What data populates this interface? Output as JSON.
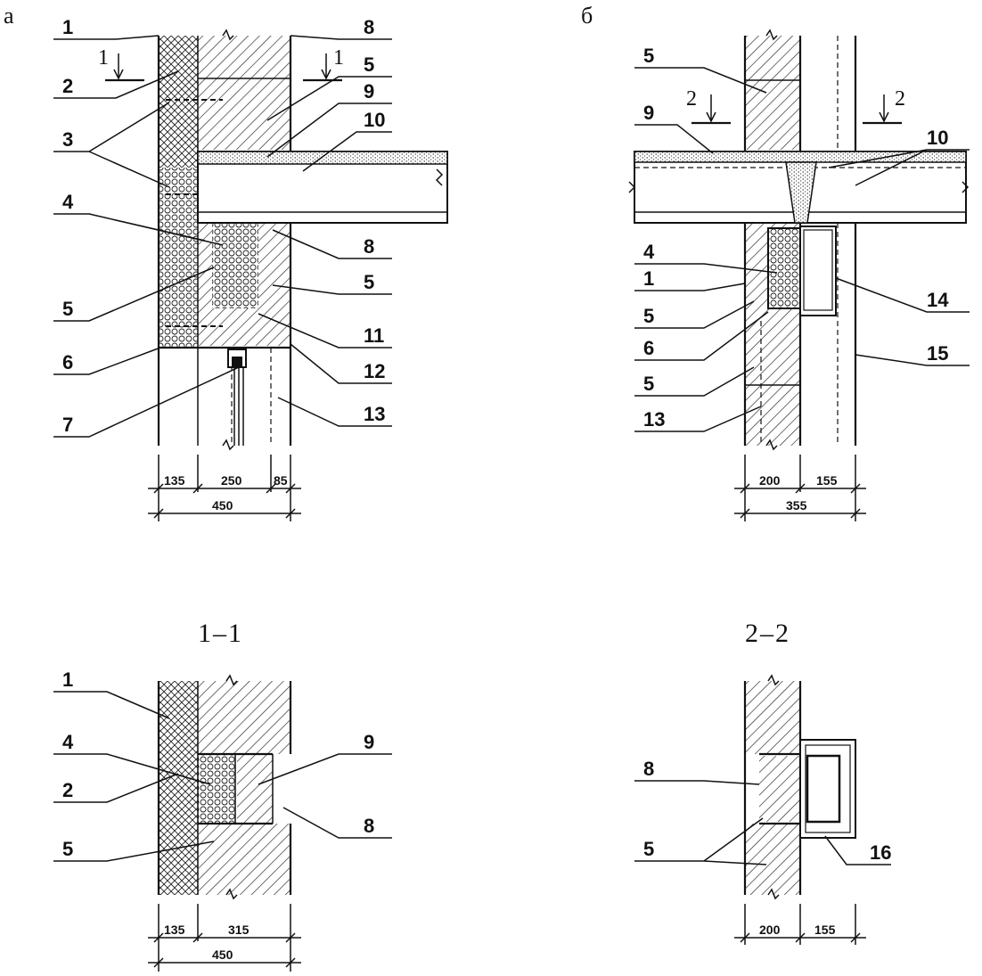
{
  "panels": {
    "a": {
      "letter": "а",
      "left_labels": [
        "1",
        "2",
        "3",
        "4",
        "5",
        "6",
        "7"
      ],
      "right_labels": [
        "8",
        "5",
        "9",
        "10",
        "8",
        "5",
        "11",
        "12",
        "13"
      ],
      "cut_mark": "1",
      "dims_top": [
        "135",
        "250",
        "85"
      ],
      "dim_total": "450"
    },
    "b": {
      "letter": "б",
      "left_labels": [
        "5",
        "9",
        "4",
        "1",
        "5",
        "6",
        "5",
        "13"
      ],
      "right_labels": [
        "10",
        "14",
        "15"
      ],
      "cut_mark": "2",
      "dims_top": [
        "200",
        "155"
      ],
      "dim_total": "355"
    },
    "s11": {
      "title": "1–1",
      "left_labels": [
        "1",
        "4",
        "2",
        "5"
      ],
      "right_labels": [
        "9",
        "8"
      ],
      "dims_top": [
        "135",
        "315"
      ],
      "dim_total": "450"
    },
    "s22": {
      "title": "2–2",
      "left_labels": [
        "8",
        "5"
      ],
      "right_labels": [
        "16"
      ],
      "dims_top": [
        "200",
        "155"
      ]
    }
  }
}
